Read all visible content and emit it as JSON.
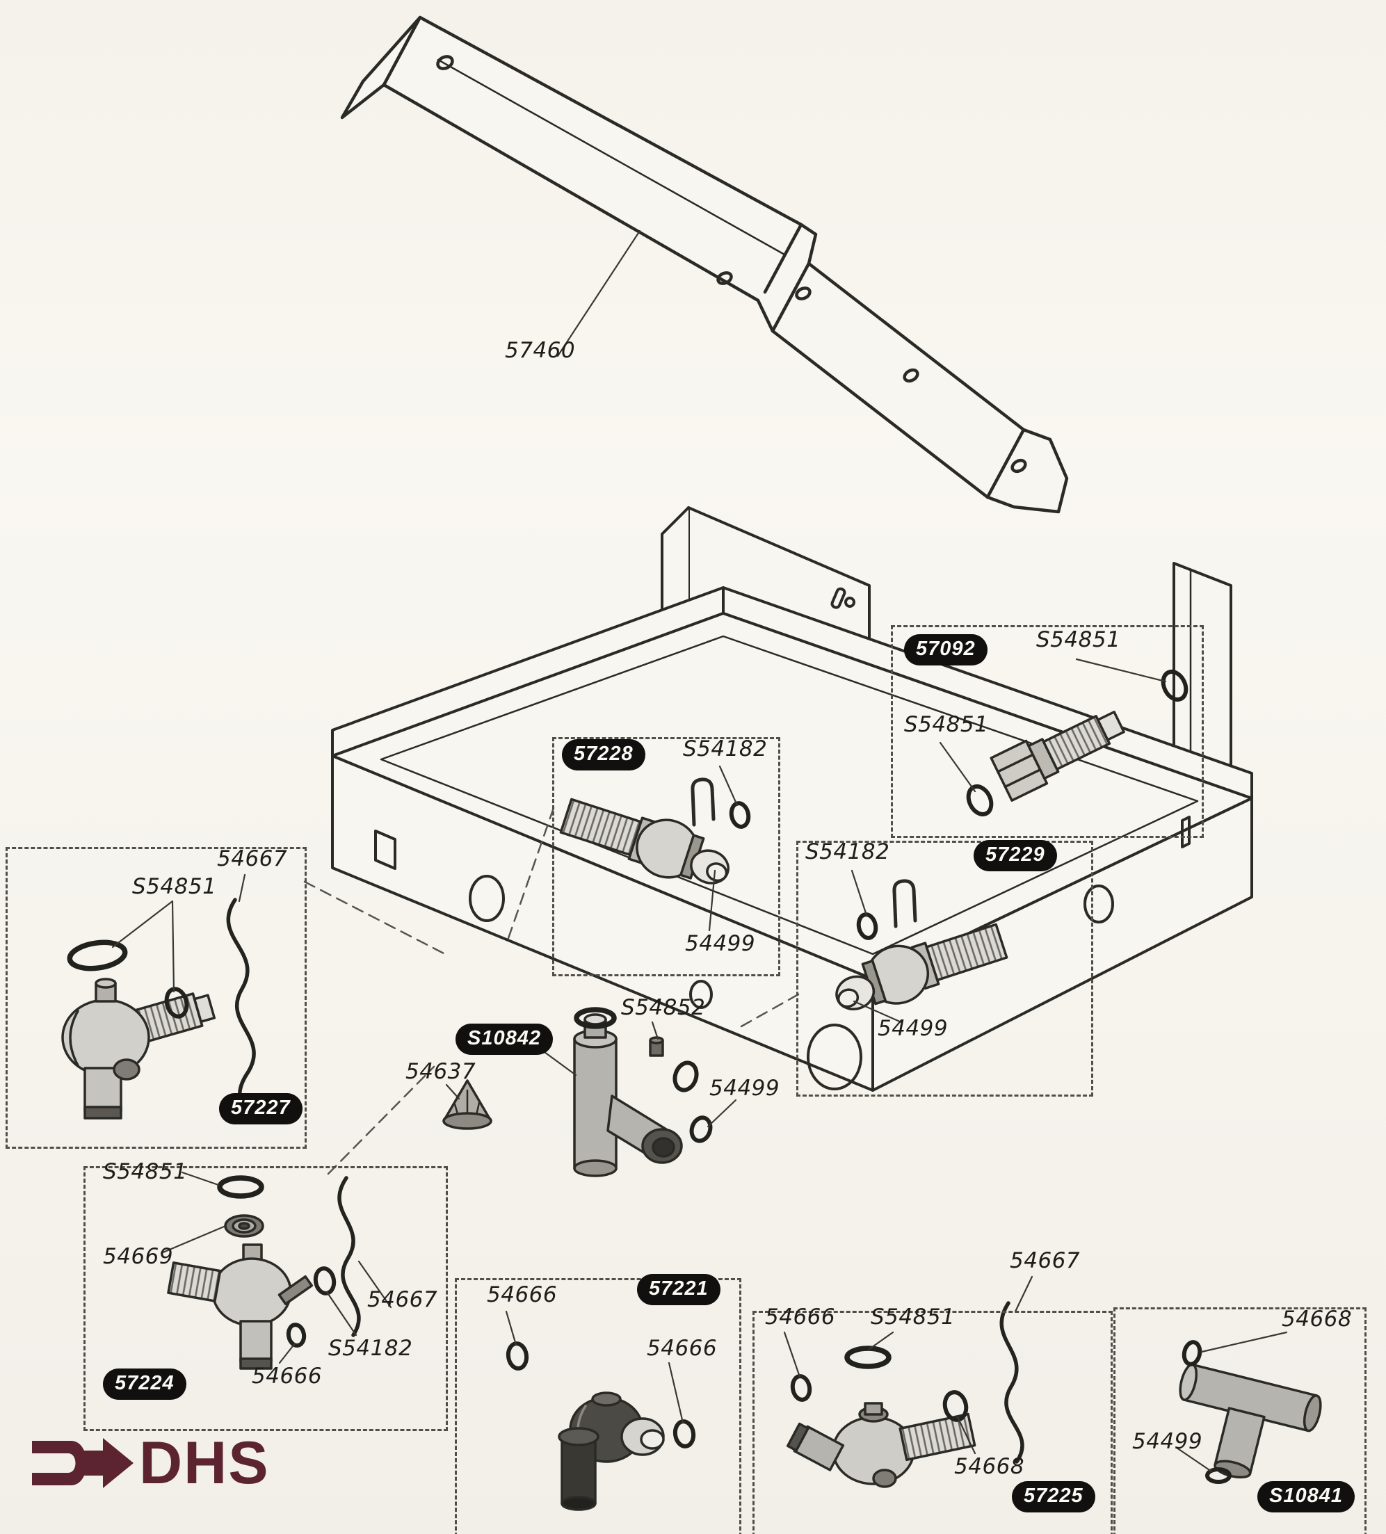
{
  "page": {
    "background": "#f6f4ee",
    "line_color": "#2a2a26",
    "logo_color": "#5c2330",
    "logo_text": "DHS"
  },
  "standalone_labels": {
    "bracket": "57460",
    "strainer": "54637",
    "grommet": "S54852",
    "tee_tag": "S10842",
    "tee_washer": "54499"
  },
  "groups": {
    "g57092": {
      "tag": "57092",
      "oring_right": "S54851",
      "oring_left": "S54851"
    },
    "g57228": {
      "tag": "57228",
      "clip": "S54182",
      "cap": "54499"
    },
    "g57229": {
      "tag": "57229",
      "clip": "S54182",
      "cap": "54499"
    },
    "g57227": {
      "tag": "57227",
      "capillary": "54667",
      "oring": "S54851"
    },
    "g57224": {
      "tag": "57224",
      "oring_top": "S54851",
      "disc": "54669",
      "capillary": "54667",
      "clip": "S54182",
      "oring_bottom": "54666"
    },
    "g57221": {
      "tag": "57221",
      "oring_left": "54666",
      "oring_right": "54666"
    },
    "g57225": {
      "tag": "57225",
      "capillary": "54667",
      "oring_left": "54666",
      "oring_top": "S54851",
      "oring_right": "54668"
    },
    "gS10841": {
      "tag": "S10841",
      "oring": "54668",
      "washer": "54499"
    }
  }
}
